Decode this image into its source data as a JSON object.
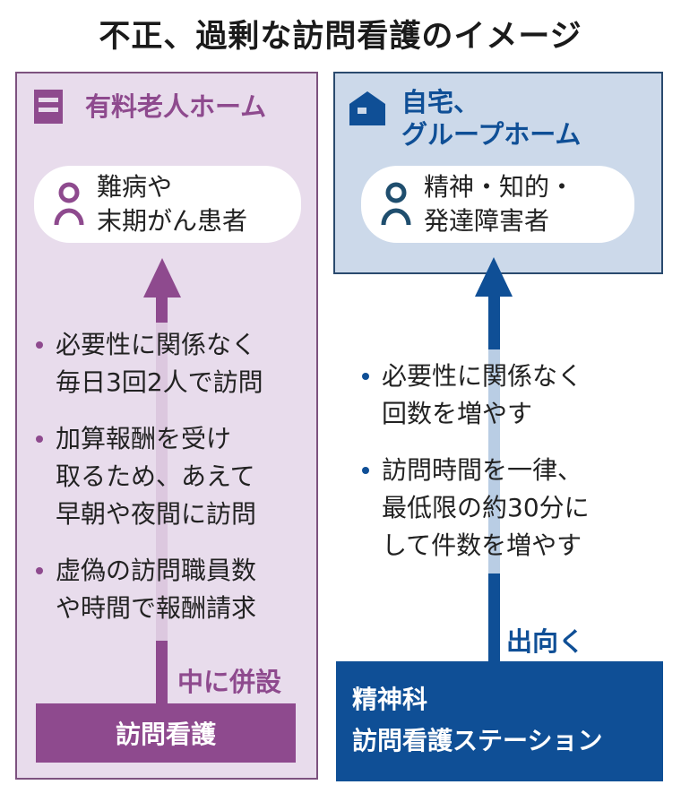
{
  "title": "不正、過剰な訪問看護のイメージ",
  "left": {
    "header": "有料老人ホーム",
    "patient": [
      "難病や",
      "末期がん患者"
    ],
    "bullets": [
      [
        "必要性に関係なく",
        "毎日3回2人で訪問"
      ],
      [
        "加算報酬を受け",
        "取るため、あえて",
        "早朝や夜間に訪問"
      ],
      [
        "虚偽の訪問職員数",
        "や時間で報酬請求"
      ]
    ],
    "connector_label": "中に併設",
    "source_box": "訪問看護"
  },
  "right": {
    "header": [
      "自宅、",
      "グループホーム"
    ],
    "patient": [
      "精神・知的・",
      "発達障害者"
    ],
    "bullets": [
      [
        "必要性に関係なく",
        "回数を増やす"
      ],
      [
        "訪問時間を一律、",
        "最低限の約30分に",
        "して件数を増やす"
      ]
    ],
    "connector_label": "出向く",
    "source_box": [
      "精神科",
      "訪問看護ステーション"
    ]
  },
  "colors": {
    "purple": "#8e4a8e",
    "blue": "#0f4f96",
    "lavender": "#e8dcec",
    "lightblue": "#ccd9ea"
  }
}
